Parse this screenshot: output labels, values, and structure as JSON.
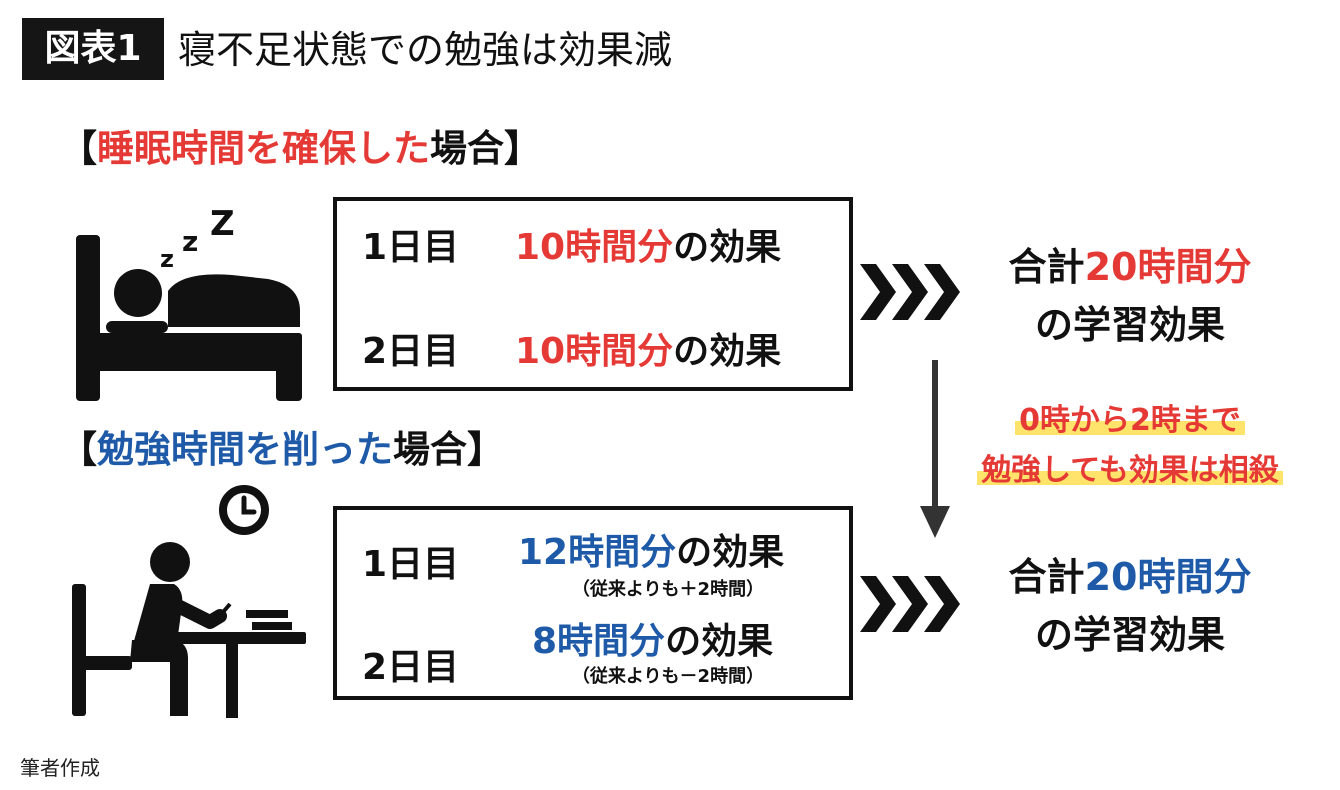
{
  "header": {
    "label": "図表1",
    "title": "寝不足状態での勉強は効果減"
  },
  "sleep_case": {
    "bracket_open": "【",
    "heading_highlight": "睡眠時間を確保した",
    "heading_rest": "場合",
    "bracket_close": "】",
    "zzz": [
      "z",
      "z",
      "Z"
    ],
    "rows": [
      {
        "day": "1日目",
        "hours": "10時間分",
        "suffix": "の効果"
      },
      {
        "day": "2日目",
        "hours": "10時間分",
        "suffix": "の効果"
      }
    ],
    "total_prefix": "合計",
    "total_hours": "20時間分",
    "total_suffix": "の学習効果"
  },
  "study_case": {
    "bracket_open": "【",
    "heading_highlight": "勉強時間を削った",
    "heading_rest": "場合",
    "bracket_close": "】",
    "rows": [
      {
        "day": "1日目",
        "hours": "12時間分",
        "suffix": "の効果",
        "note": "（従来よりも＋2時間）"
      },
      {
        "day": "2日目",
        "hours": "8時間分",
        "suffix": "の効果",
        "note": "（従来よりも－2時間）"
      }
    ],
    "total_prefix": "合計",
    "total_hours": "20時間分",
    "total_suffix": "の学習効果"
  },
  "callout": {
    "line1": "0時から2時まで",
    "line2": "勉強しても効果は相殺"
  },
  "credit": "筆者作成",
  "colors": {
    "red": "#e53935",
    "blue": "#1e5aa8",
    "highlight": "#ffe36a",
    "ink": "#111111"
  },
  "icons": [
    "sleeping-in-bed-icon",
    "person-studying-at-desk-icon",
    "clock-icon",
    "triple-chevron-right-icon",
    "down-arrow-icon"
  ]
}
